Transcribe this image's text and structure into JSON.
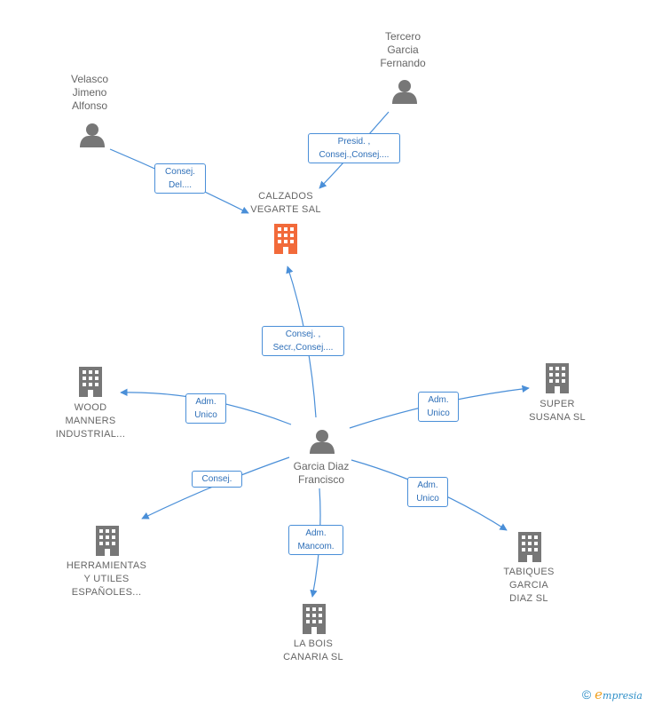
{
  "people": {
    "velasco": "Velasco\nJimeno\nAlfonso",
    "tercero": "Tercero\nGarcia\nFernando",
    "garcia_diaz": "Garcia Diaz\nFrancisco"
  },
  "companies": {
    "calzados": "CALZADOS\nVEGARTE SAL",
    "wood": "WOOD\nMANNERS\nINDUSTRIAL...",
    "super": "SUPER\nSUSANA  SL",
    "herramientas": "HERRAMIENTAS\nY UTILES\nESPAÑOLES...",
    "la_bois": "LA BOIS\nCANARIA SL",
    "tabiques": "TABIQUES\nGARCIA\nDIAZ  SL"
  },
  "edges": {
    "velasco_calzados": "Consej.\nDel....",
    "tercero_calzados": "Presid. ,\nConsej.,Consej....",
    "garcia_calzados": "Consej. ,\nSecr.,Consej....",
    "garcia_wood": "Adm.\nUnico",
    "garcia_super": "Adm.\nUnico",
    "garcia_herramientas": "Consej.",
    "garcia_labois": "Adm.\nMancom.",
    "garcia_tabiques": "Adm.\nUnico"
  },
  "colors": {
    "edge": "#4a8fd8",
    "person_icon": "#777777",
    "building_gray": "#777777",
    "building_focus": "#f26a3a"
  },
  "icons": {
    "person": "person-icon",
    "building": "building-icon"
  },
  "footer": {
    "copyright": "©",
    "brand_e": "e",
    "brand_rest": "mpresia"
  }
}
